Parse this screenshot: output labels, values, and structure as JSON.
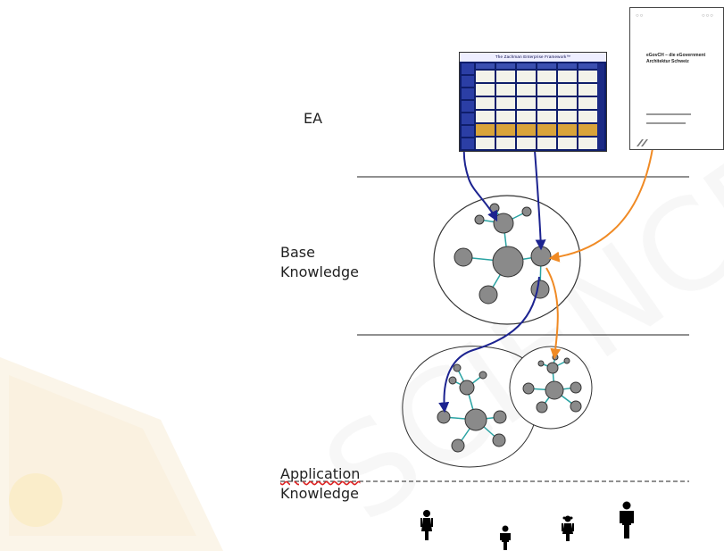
{
  "labels": {
    "ea": "EA",
    "base_line1": "Base",
    "base_line2": "Knowledge",
    "app_line1": "Application",
    "app_line2": "Knowledge"
  },
  "thumbnails": {
    "zachman_title": "The Zachman Enterprise Framework™",
    "document_title": "eGovCH – die eGovernment Architektur Schweiz"
  },
  "colors": {
    "node_fill": "#8a8a8a",
    "node_stroke": "#333333",
    "edge": "#2aa3a3",
    "arrow_blue": "#1c2390",
    "arrow_orange": "#f08a24",
    "layer_line": "#222222"
  },
  "icons": [
    "woman-icon",
    "child-icon",
    "girl-icon",
    "man-icon"
  ]
}
